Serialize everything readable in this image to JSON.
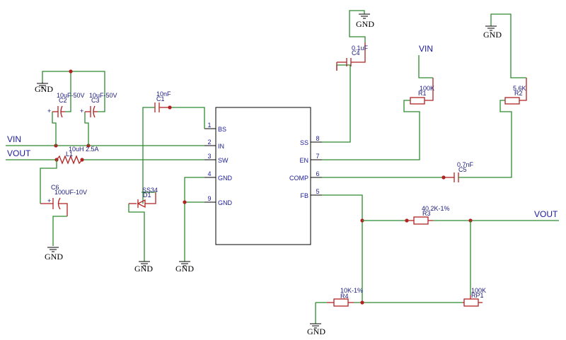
{
  "nets": {
    "vin": "VIN",
    "vout": "VOUT"
  },
  "gnd": "GND",
  "ic": {
    "pins_left": [
      {
        "num": "1",
        "name": "BS"
      },
      {
        "num": "2",
        "name": "IN"
      },
      {
        "num": "3",
        "name": "SW"
      },
      {
        "num": "4",
        "name": "GND"
      },
      {
        "num": "9",
        "name": "GND"
      }
    ],
    "pins_right": [
      {
        "num": "8",
        "name": "SS"
      },
      {
        "num": "7",
        "name": "EN"
      },
      {
        "num": "6",
        "name": "COMP"
      },
      {
        "num": "5",
        "name": "FB"
      }
    ]
  },
  "components": {
    "c2": {
      "ref": "C2",
      "value": "10uF-50V"
    },
    "c3": {
      "ref": "C3",
      "value": "10uF-50V"
    },
    "c1": {
      "ref": "C1",
      "value": "10nF"
    },
    "c4": {
      "ref": "C4",
      "value": "0.1uF"
    },
    "c5": {
      "ref": "C5",
      "value": "0.7nF"
    },
    "c6": {
      "ref": "C6",
      "value": "100UF-10V"
    },
    "l1": {
      "ref": "L1",
      "value": "10uH 2.5A"
    },
    "d1": {
      "ref": "D1",
      "value": "SS34"
    },
    "r1": {
      "ref": "R1",
      "value": "100K"
    },
    "r2": {
      "ref": "R2",
      "value": "5.6K"
    },
    "r3": {
      "ref": "R3",
      "value": "40.2K-1%"
    },
    "r4": {
      "ref": "R4",
      "value": "10K-1%"
    },
    "rp1": {
      "ref": "RP1",
      "value": "100K"
    }
  }
}
